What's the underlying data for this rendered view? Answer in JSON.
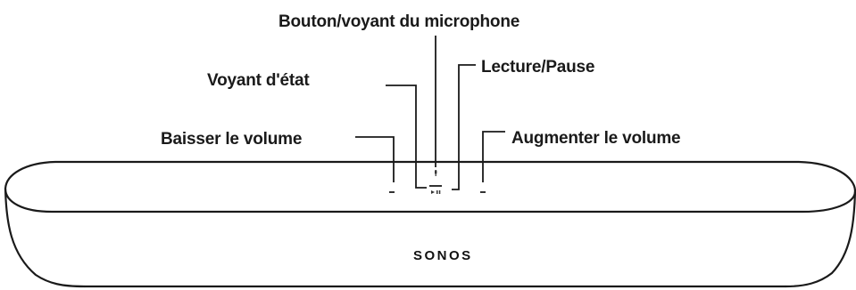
{
  "labels": {
    "mic": "Bouton/voyant du microphone",
    "play_pause": "Lecture/Pause",
    "status_light": "Voyant d'état",
    "volume_down": "Baisser le volume",
    "volume_up": "Augmenter le volume"
  },
  "device": {
    "brand": "SONOS"
  },
  "colors": {
    "outline": "#1a1a1a",
    "text": "#1a1a1a",
    "background": "#ffffff"
  }
}
